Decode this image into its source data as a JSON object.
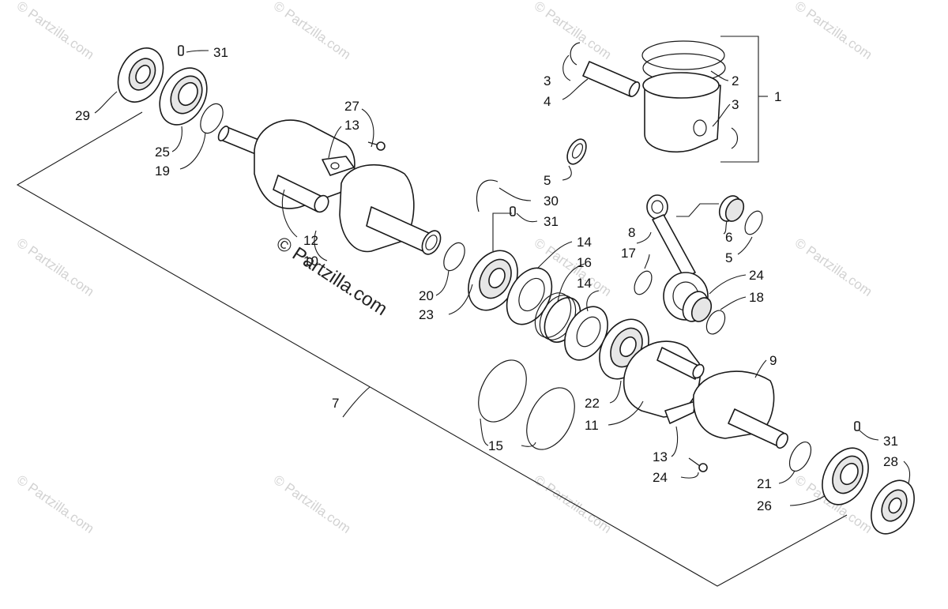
{
  "watermark": {
    "text": "© Partzilla.com",
    "center_text": "© Partzilla.com"
  },
  "callouts": {
    "c1": "1",
    "c2": "2",
    "c3a": "3",
    "c3b": "3",
    "c4": "4",
    "c5a": "5",
    "c5b": "5",
    "c6": "6",
    "c7": "7",
    "c8": "8",
    "c9": "9",
    "c10": "10",
    "c11": "11",
    "c12": "12",
    "c13a": "13",
    "c13b": "13",
    "c14a": "14",
    "c14b": "14",
    "c15": "15",
    "c16": "16",
    "c17": "17",
    "c18": "18",
    "c19": "19",
    "c20": "20",
    "c21": "21",
    "c22": "22",
    "c23": "23",
    "c24a": "24",
    "c24b": "24",
    "c25": "25",
    "c26": "26",
    "c27": "27",
    "c28": "28",
    "c29": "29",
    "c30": "30",
    "c31a": "31",
    "c31b": "31",
    "c31c": "31"
  }
}
